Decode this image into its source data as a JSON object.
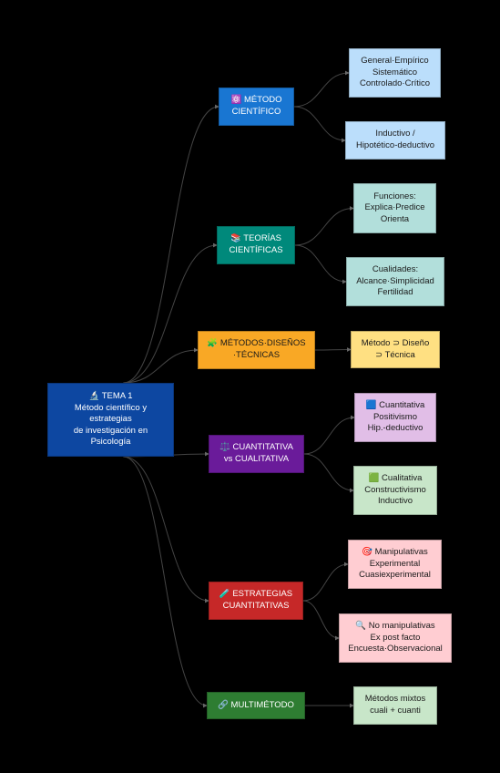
{
  "root": {
    "label": "🔬 TEMA 1\nMétodo científico y\nestrategias\nde investigación en\nPsicología",
    "color": "#0D47A1"
  },
  "branches": [
    {
      "label": "⚛️ MÉTODO\nCIENTÍFICO",
      "color": "#1976D2",
      "children": [
        {
          "label": "General·Empírico\nSistemático\nControlado·Crítico",
          "color": "#BBDEFB"
        },
        {
          "label": "Inductivo /\nHipotético-deductivo",
          "color": "#BBDEFB"
        }
      ]
    },
    {
      "label": "📚 TEORÍAS\nCIENTÍFICAS",
      "color": "#00897B",
      "children": [
        {
          "label": "Funciones:\nExplica·Predice\nOrienta",
          "color": "#B2DFDB"
        },
        {
          "label": "Cualidades:\nAlcance·Simplicidad\nFertilidad",
          "color": "#B2DFDB"
        }
      ]
    },
    {
      "label": "🧩 MÉTODOS·DISEÑOS\n·TÉCNICAS",
      "color": "#F9A825",
      "children": [
        {
          "label": "Método ⊃ Diseño\n⊃ Técnica",
          "color": "#FFE082"
        }
      ]
    },
    {
      "label": "⚖️ CUANTITATIVA\nvs CUALITATIVA",
      "color": "#6A1B9A",
      "children": [
        {
          "label": "🟦 Cuantitativa\nPositivismo\nHip.-deductivo",
          "color": "#E1BEE7"
        },
        {
          "label": "🟩 Cualitativa\nConstructivismo\nInductivo",
          "color": "#C8E6C9"
        }
      ]
    },
    {
      "label": "🧪 ESTRATEGIAS\nCUANTITATIVAS",
      "color": "#C62828",
      "children": [
        {
          "label": "🎯 Manipulativas\nExperimental\nCuasiexperimental",
          "color": "#FFCDD2"
        },
        {
          "label": "🔍 No manipulativas\nEx post facto\nEncuesta·Observacional",
          "color": "#FFCDD2"
        }
      ]
    },
    {
      "label": "🔗 MULTIMÉTODO",
      "color": "#2E7D32",
      "children": [
        {
          "label": "Métodos mixtos\ncuali + cuanti",
          "color": "#C8E6C9"
        }
      ]
    }
  ]
}
